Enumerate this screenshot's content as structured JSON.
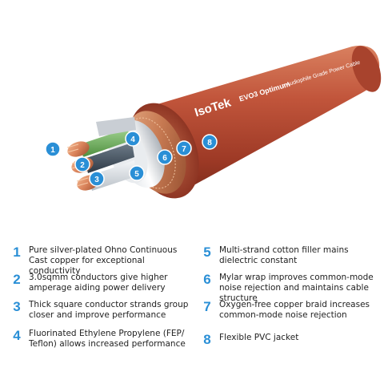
{
  "brand": {
    "name": "IsoTek",
    "product": "EVO3 Optimum",
    "tagline": "> Audiophile Grade Power Cable"
  },
  "colors": {
    "jacket": "#b84a33",
    "accent_blue": "#2a8fd6",
    "copper": "#d9825a",
    "text": "#222222"
  },
  "callouts": [
    "1",
    "2",
    "3",
    "4",
    "5",
    "6",
    "7",
    "8"
  ],
  "legend": [
    {
      "num": "1",
      "text": "Pure silver-plated Ohno Continuous Cast copper for exceptional conductivity"
    },
    {
      "num": "2",
      "text": "3.0sqmm conductors give higher amperage aiding power delivery"
    },
    {
      "num": "3",
      "text": "Thick square conductor strands group closer and improve performance"
    },
    {
      "num": "4",
      "text": "Fluorinated Ethylene Propylene (FEP/ Teflon) allows increased performance"
    },
    {
      "num": "5",
      "text": "Multi-strand cotton filler mains dielectric constant"
    },
    {
      "num": "6",
      "text": "Mylar wrap improves common-mode noise rejection and maintains cable structure"
    },
    {
      "num": "7",
      "text": "Oxygen-free copper braid increases common-mode noise rejection"
    },
    {
      "num": "8",
      "text": "Flexible PVC jacket"
    }
  ]
}
